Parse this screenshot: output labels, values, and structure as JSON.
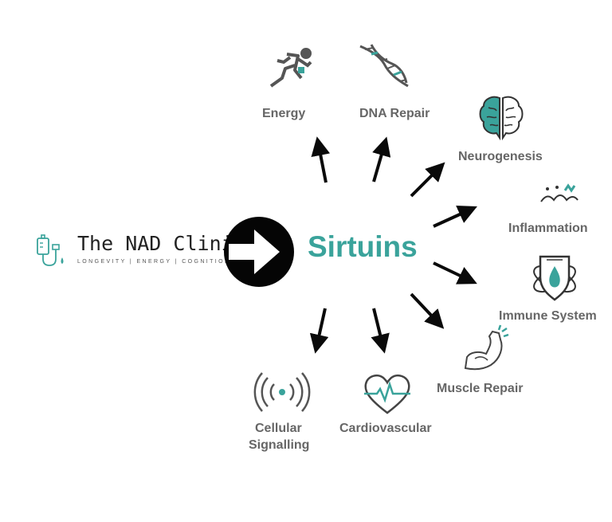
{
  "colors": {
    "teal": "#3aa39b",
    "gray": "#666666",
    "dark": "#222222"
  },
  "brand": {
    "name": "The NAD Clinic",
    "tagline": "LONGEVITY | ENERGY | COGNITION"
  },
  "center": {
    "label": "Sirtuins"
  },
  "outputs": {
    "energy": "Energy",
    "dna_repair": "DNA Repair",
    "neurogenesis": "Neurogenesis",
    "inflammation": "Inflammation",
    "immune_system": "Immune System",
    "muscle_repair": "Muscle Repair",
    "cardiovascular": "Cardiovascular",
    "cellular_signalling_line1": "Cellular",
    "cellular_signalling_line2": "Signalling"
  }
}
